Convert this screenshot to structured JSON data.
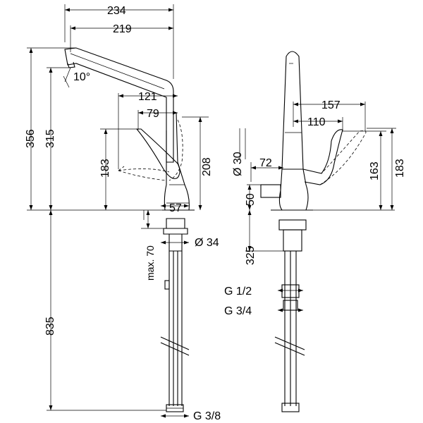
{
  "front_view": {
    "dims": {
      "d234": "234",
      "d219": "219",
      "d10deg": "10°",
      "d121": "121",
      "d79": "79",
      "d356": "356",
      "d315": "315",
      "d183": "183",
      "d208": "208",
      "d57": "57",
      "max70": "max. 70",
      "dia34": "Ø 34",
      "d835": "835",
      "g38": "G 3/8"
    }
  },
  "side_view": {
    "dims": {
      "d157": "157",
      "d110": "110",
      "dia30": "Ø 30",
      "d72": "72",
      "d50": "50",
      "d163": "163",
      "d183": "183",
      "d325": "325",
      "g12": "G 1/2",
      "g34": "G 3/4"
    }
  }
}
